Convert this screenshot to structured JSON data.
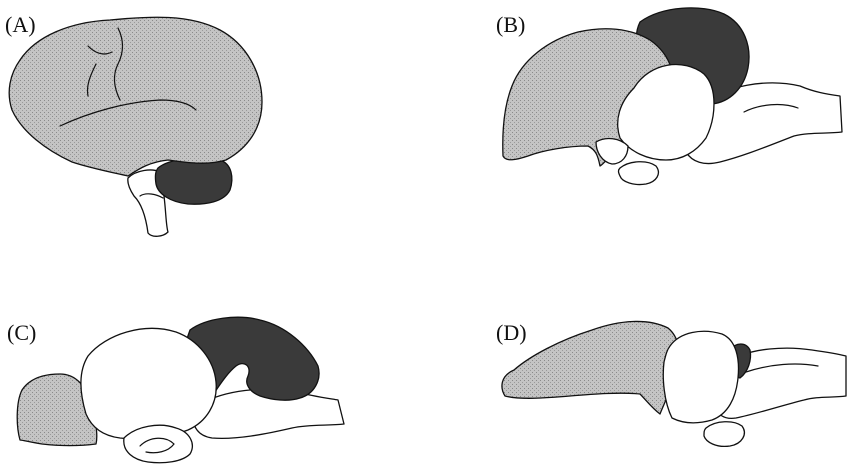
{
  "panels": {
    "a": {
      "label": "(A)"
    },
    "b": {
      "label": "(B)"
    },
    "c": {
      "label": "(C)"
    },
    "d": {
      "label": "(D)"
    }
  },
  "colors": {
    "cerebrum_fill": "#bdbdbd",
    "cerebellum_fill": "#3a3a3a",
    "other_fill": "#ffffff",
    "outline": "#111111"
  }
}
